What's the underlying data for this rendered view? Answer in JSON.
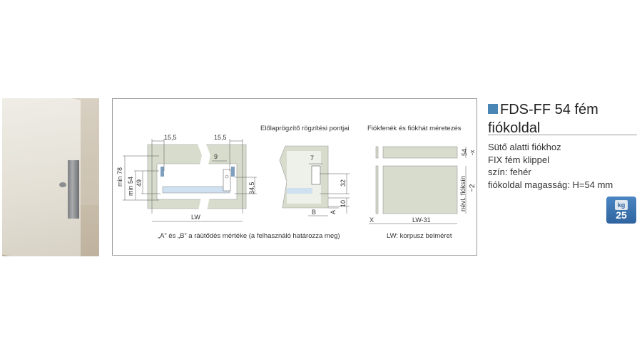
{
  "product": {
    "title_line1": "FDS-FF 54 fém",
    "title_line2": "fiókoldal",
    "accent_color": "#4a86b5",
    "specs": [
      "Sütő alatti fiókhoz",
      "FIX fém klippel",
      "szín: fehér",
      "fiókoldal magasság: H=54 mm"
    ],
    "load_badge": {
      "unit": "kg",
      "value": "25",
      "icon": "weight-icon"
    }
  },
  "diagram": {
    "front_fixing_title": "Előlaprögzítő rögzítési pontjai",
    "bottom_back_title": "Fiókfenék és fiókhát méretezés",
    "left_caption": "„A” és „B” a ráütődés mértéke (a felhasználó határozza meg)",
    "right_caption": "LW: korpusz belméret",
    "dims": {
      "d15_left": "15,5",
      "d15_right": "15,5",
      "d9": "9",
      "min78": "min 78",
      "min54": "min 54",
      "d49": "49",
      "d34": "34,5",
      "lw": "LW",
      "d7": "7",
      "d32": "32",
      "d10": "10",
      "b": "B",
      "a": "A",
      "d54": "54",
      "minus_x": "-x",
      "nominal": "névl. fióksín",
      "minus2": "−2",
      "x": "X",
      "lw31": "LW-31"
    }
  }
}
